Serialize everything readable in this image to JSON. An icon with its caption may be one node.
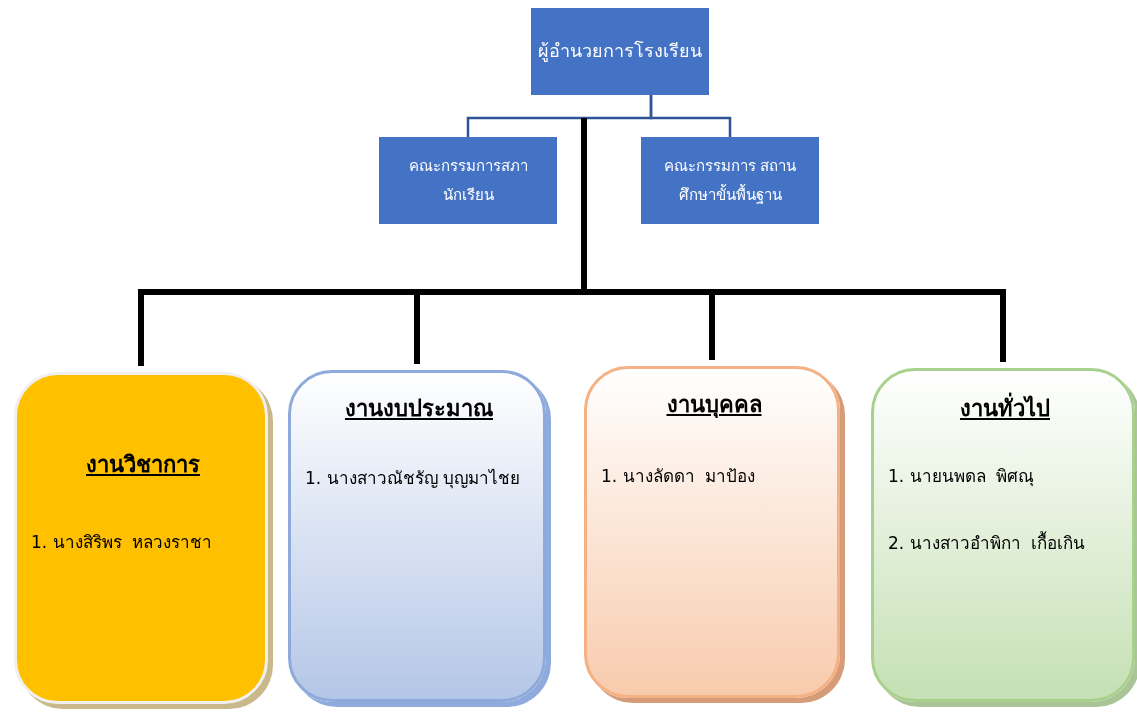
{
  "diagram": {
    "nodes": [
      {
        "text": [
          "ผู้อำนวยการโรงเรียน"
        ]
      },
      {
        "text": [
          "คณะกรรมการสภานักเรียน"
        ]
      },
      {
        "text": [
          "คณะกรรมการ สถานศึกษาขั้นพื้นฐาน"
        ]
      },
      {
        "text": [
          "งานวิชาการ",
          "1. นางสิริพร  หลวงราชา"
        ]
      },
      {
        "text": [
          "งานงบประมาณ",
          "1. นางสาวณัชรัญ บุญมาไชย"
        ]
      },
      {
        "text": [
          "งานบุคคล",
          "1. นางลัดดา  มาป้อง"
        ]
      },
      {
        "text": [
          "งานทั่วไป",
          "1. นายนพดล  พิศณุ",
          "2. นางสาวอำพิกา  เกื้อเกิน"
        ]
      }
    ],
    "edges": [
      {
        "from": 0,
        "to": 1,
        "arrow": "none",
        "color": "#2f5597"
      },
      {
        "from": 0,
        "to": 2,
        "arrow": "none",
        "color": "#2f5597"
      },
      {
        "from": 0,
        "to": 3,
        "arrow": "none"
      },
      {
        "from": 0,
        "to": 4,
        "arrow": "none"
      },
      {
        "from": 0,
        "to": 5,
        "arrow": "none"
      },
      {
        "from": 0,
        "to": 6,
        "arrow": "none"
      }
    ]
  }
}
